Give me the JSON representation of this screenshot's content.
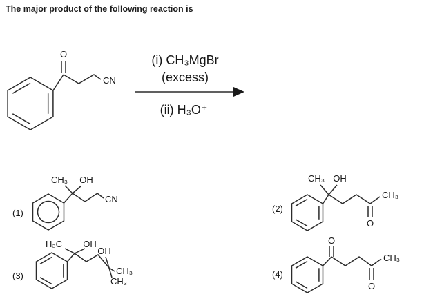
{
  "page": {
    "title": "The major product of the following reaction is"
  },
  "scheme": {
    "o_label": "O",
    "cn_label": "CN",
    "reagent_line1": "(i) CH₃MgBr",
    "reagent_line2": "(excess)",
    "reagent_line3": "(ii) H₃O⁺"
  },
  "options": [
    {
      "number": "(1)",
      "labels": {
        "ch3": "CH₃",
        "oh": "OH",
        "cn": "CN"
      }
    },
    {
      "number": "(2)",
      "labels": {
        "ch3_top": "CH₃",
        "oh": "OH",
        "ch3_end": "CH₃",
        "o": "O"
      }
    },
    {
      "number": "(3)",
      "labels": {
        "h3c": "H₃C",
        "oh1": "OH",
        "oh2": "OH",
        "ch3_right": "CH₃",
        "ch3_down": "CH₃"
      }
    },
    {
      "number": "(4)",
      "labels": {
        "o_top": "O",
        "ch3": "CH₃",
        "o_bottom": "O"
      }
    }
  ]
}
